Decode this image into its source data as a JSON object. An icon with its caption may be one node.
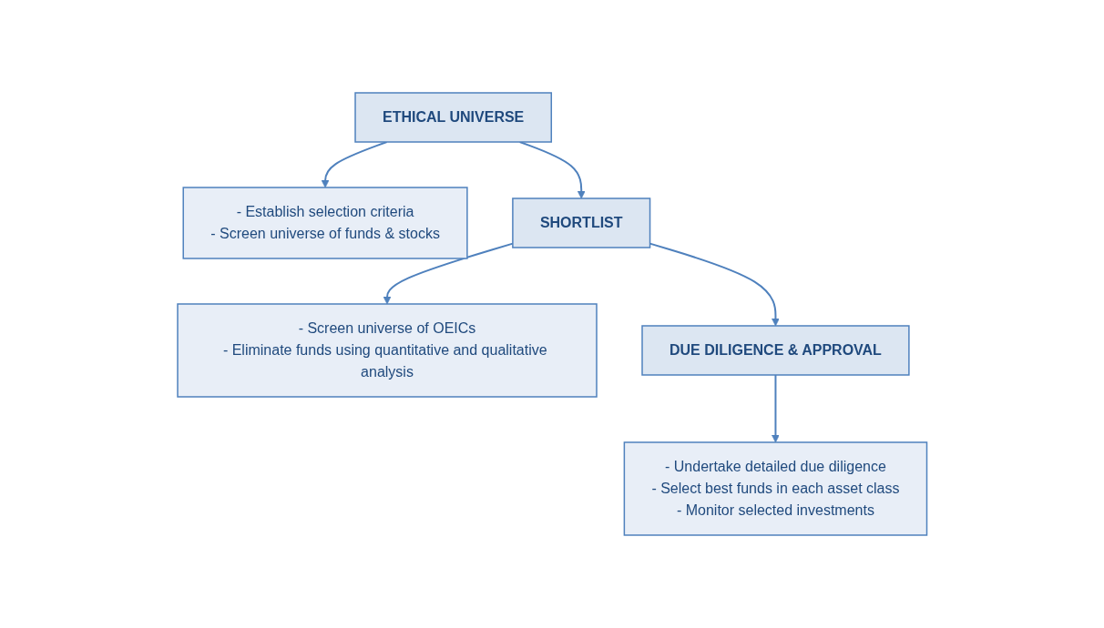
{
  "diagram": {
    "nodes": [
      {
        "text": [
          "ETHICAL UNIVERSE"
        ]
      },
      {
        "text": [
          "- Establish selection criteria",
          "- Screen universe of funds & stocks"
        ]
      },
      {
        "text": [
          "SHORTLIST"
        ]
      },
      {
        "text": [
          "- Screen universe of OEICs",
          "- Eliminate funds using quantitative and qualitative analysis"
        ]
      },
      {
        "text": [
          "DUE DILIGENCE & APPROVAL"
        ]
      },
      {
        "text": [
          "- Undertake detailed due diligence",
          "- Select best funds in each asset class",
          "- Monitor selected investments"
        ]
      }
    ],
    "edges": [
      {
        "from": 0,
        "to": 1,
        "arrow": "to"
      },
      {
        "from": 0,
        "to": 2,
        "arrow": "to"
      },
      {
        "from": 2,
        "to": 3,
        "arrow": "to"
      },
      {
        "from": 2,
        "to": 4,
        "arrow": "to"
      },
      {
        "from": 4,
        "to": 5,
        "arrow": "to"
      }
    ]
  }
}
